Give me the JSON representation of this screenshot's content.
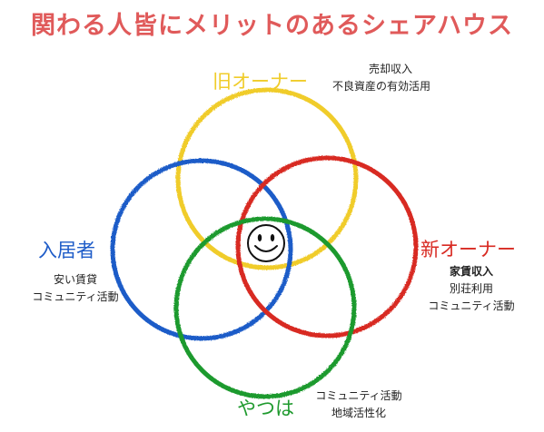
{
  "title": "関わる人皆にメリットのあるシェアハウス",
  "colors": {
    "title": "#e05a5a",
    "old_owner": "#f0cc2a",
    "resident": "#1e5cc8",
    "new_owner": "#d82a22",
    "yatsuha": "#1f9a2e"
  },
  "center_icon": "smiley-icon",
  "groups": {
    "old_owner": {
      "label": "旧オーナー",
      "benefits": [
        "売却収入",
        "不良資産の有効活用"
      ]
    },
    "resident": {
      "label": "入居者",
      "benefits": [
        "安い賃貸",
        "コミュニティ活動"
      ]
    },
    "new_owner": {
      "label": "新オーナー",
      "benefits": [
        "家賃収入",
        "別荘利用",
        "コミュニティ活動"
      ]
    },
    "yatsuha": {
      "label": "やつは",
      "benefits": [
        "コミュニティ活動",
        "地域活性化"
      ]
    }
  }
}
